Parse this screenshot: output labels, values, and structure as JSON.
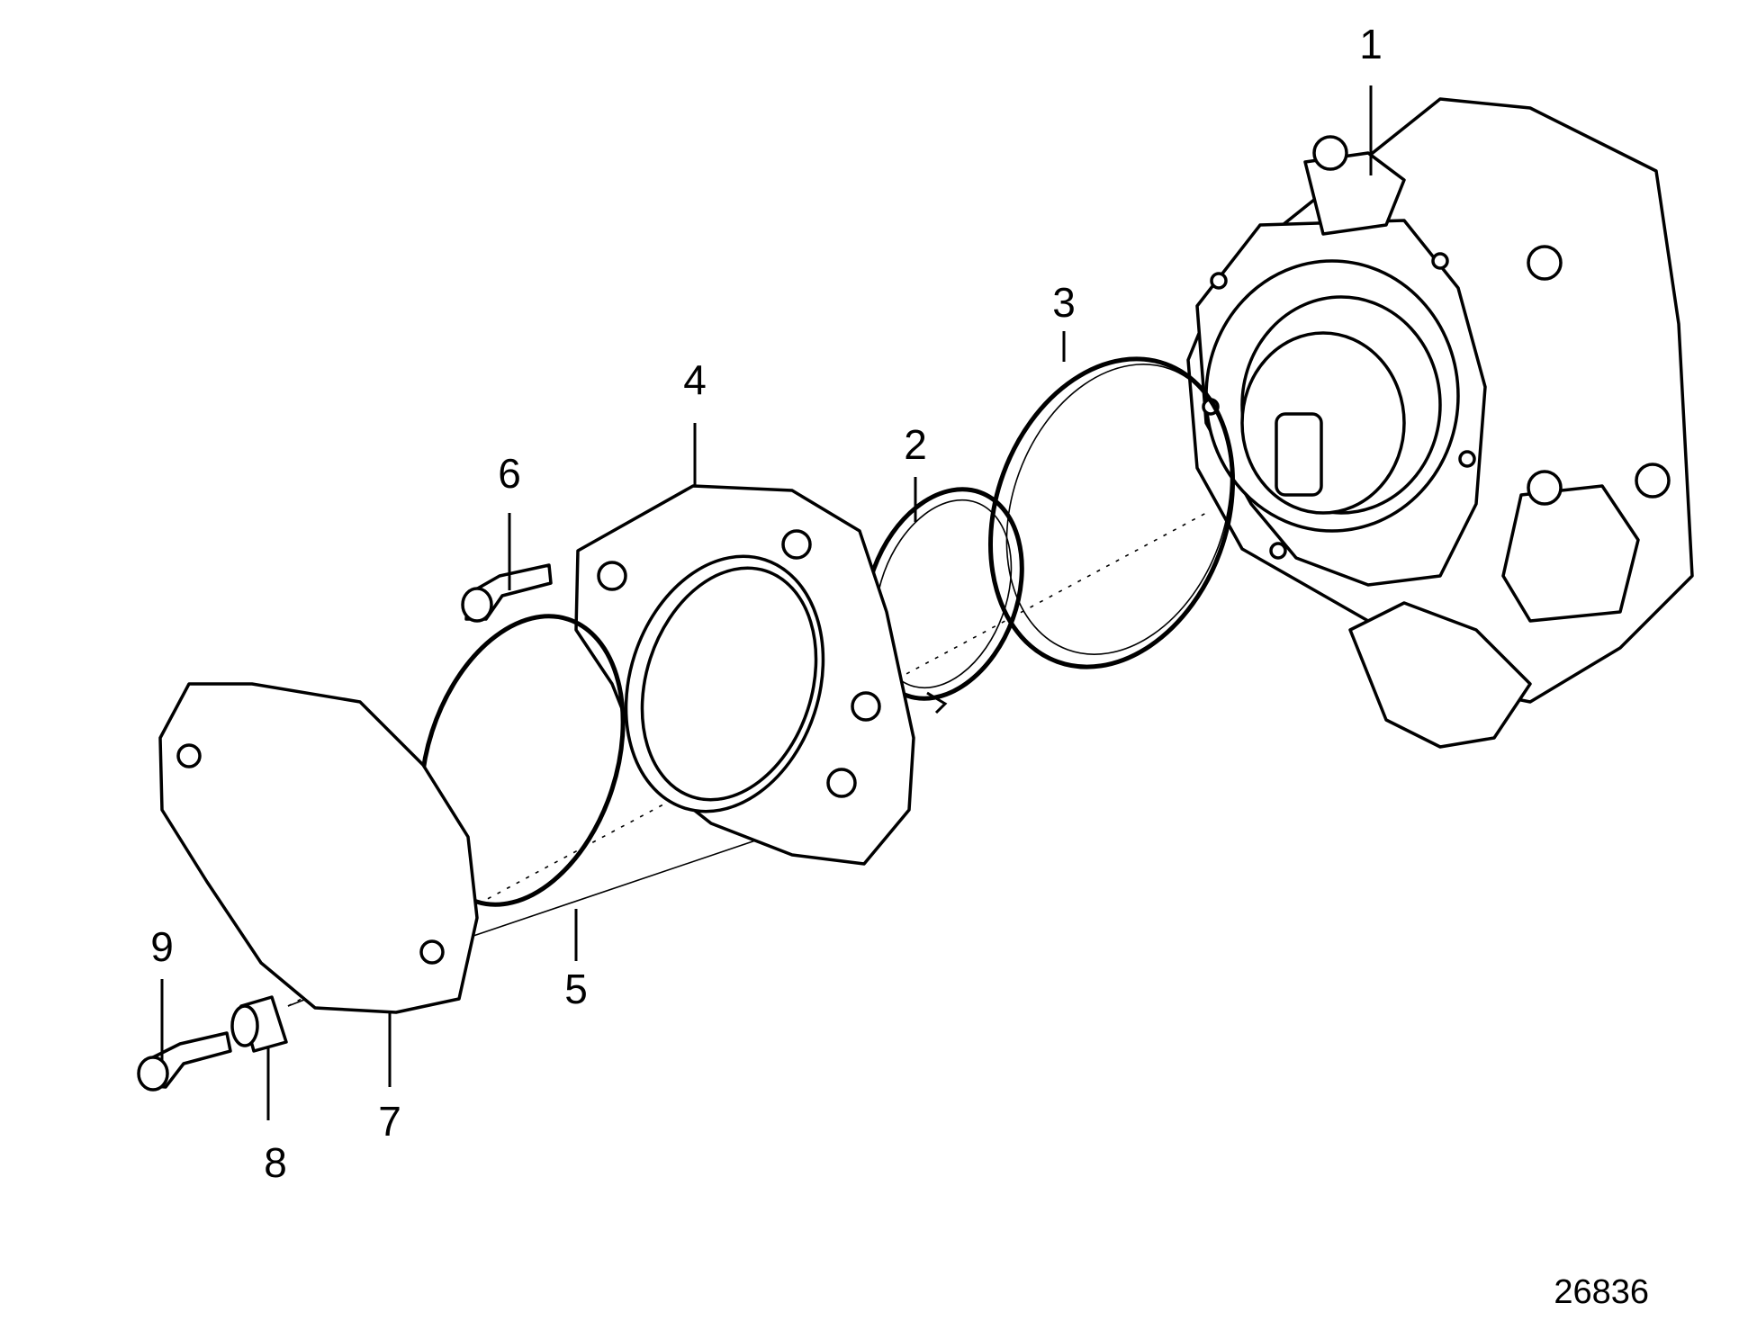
{
  "callouts": [
    {
      "id": "1",
      "label": "1"
    },
    {
      "id": "2",
      "label": "2"
    },
    {
      "id": "3",
      "label": "3"
    },
    {
      "id": "4",
      "label": "4"
    },
    {
      "id": "5",
      "label": "5"
    },
    {
      "id": "6",
      "label": "6"
    },
    {
      "id": "7",
      "label": "7"
    },
    {
      "id": "8",
      "label": "8"
    },
    {
      "id": "9",
      "label": "9"
    }
  ],
  "figure_number": "26836"
}
